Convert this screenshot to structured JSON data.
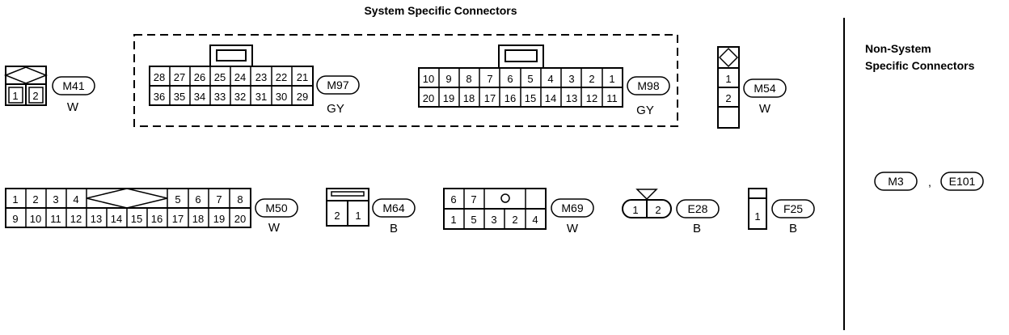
{
  "title": "System Specific Connectors",
  "side_title": [
    "Non-System",
    "Specific Connectors"
  ],
  "connectors": {
    "M41": {
      "id": "M41",
      "color": "W",
      "pins": [
        "1",
        "2"
      ]
    },
    "M97": {
      "id": "M97",
      "color": "GY",
      "top": [
        "28",
        "27",
        "26",
        "25",
        "24",
        "23",
        "22",
        "21"
      ],
      "bottom": [
        "36",
        "35",
        "34",
        "33",
        "32",
        "31",
        "30",
        "29"
      ]
    },
    "M98": {
      "id": "M98",
      "color": "GY",
      "top": [
        "10",
        "9",
        "8",
        "7",
        "6",
        "5",
        "4",
        "3",
        "2",
        "1"
      ],
      "bottom": [
        "20",
        "19",
        "18",
        "17",
        "16",
        "15",
        "14",
        "13",
        "12",
        "11"
      ]
    },
    "M54": {
      "id": "M54",
      "color": "W",
      "pins": [
        "1",
        "2"
      ]
    },
    "M50": {
      "id": "M50",
      "color": "W",
      "top_left": [
        "1",
        "2",
        "3",
        "4"
      ],
      "top_right": [
        "5",
        "6",
        "7",
        "8"
      ],
      "bottom": [
        "9",
        "10",
        "11",
        "12",
        "13",
        "14",
        "15",
        "16",
        "17",
        "18",
        "19",
        "20"
      ]
    },
    "M64": {
      "id": "M64",
      "color": "B",
      "pins": [
        "2",
        "1"
      ]
    },
    "M69": {
      "id": "M69",
      "color": "W",
      "top": [
        "6",
        "7"
      ],
      "bottom": [
        "1",
        "5",
        "3",
        "2",
        "4"
      ]
    },
    "E28": {
      "id": "E28",
      "color": "B",
      "pins": [
        "1",
        "2"
      ]
    },
    "F25": {
      "id": "F25",
      "color": "B",
      "pins": [
        "1"
      ]
    }
  },
  "non_system": {
    "first": "M3",
    "separator": ",",
    "second": "E101"
  }
}
